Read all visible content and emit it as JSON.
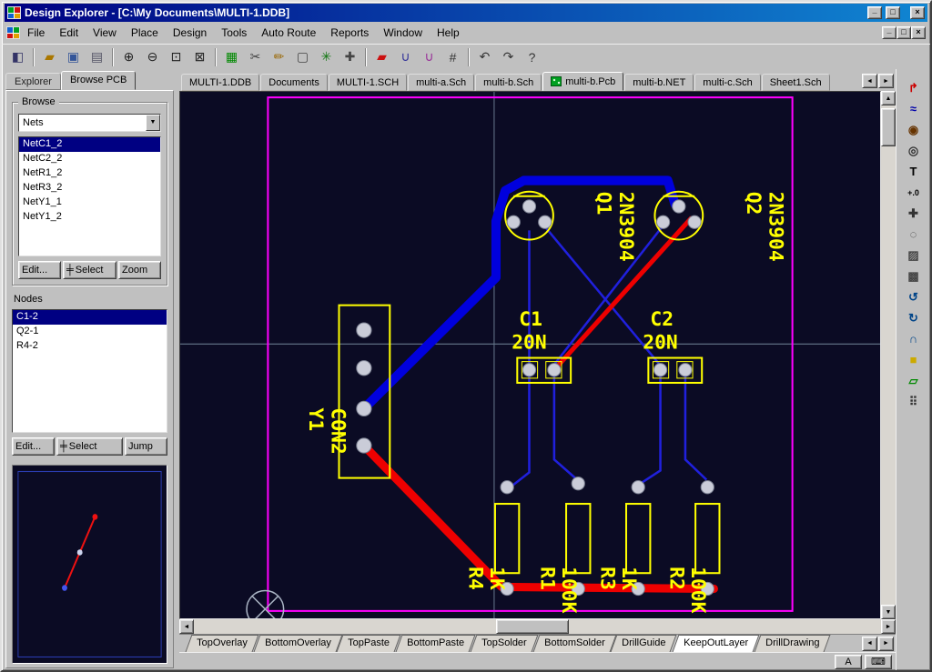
{
  "window": {
    "title": "Design Explorer - [C:\\My Documents\\MULTI-1.DDB]",
    "controls": {
      "minimize": "_",
      "restore": "□",
      "close": "×"
    }
  },
  "menubar": {
    "items": [
      "File",
      "Edit",
      "View",
      "Place",
      "Design",
      "Tools",
      "Auto Route",
      "Reports",
      "Window",
      "Help"
    ]
  },
  "toolbar": {
    "buttons": [
      {
        "name": "explorer-panel-icon",
        "glyph": "◧",
        "color": "#333366"
      },
      {
        "name": "open-document-icon",
        "glyph": "▰",
        "color": "#aa7700"
      },
      {
        "name": "save-icon",
        "glyph": "▣",
        "color": "#335599"
      },
      {
        "name": "print-icon",
        "glyph": "▤",
        "color": "#555566"
      },
      {
        "name": "zoom-in-icon",
        "glyph": "⊕",
        "color": "#222222"
      },
      {
        "name": "zoom-out-icon",
        "glyph": "⊖",
        "color": "#222222"
      },
      {
        "name": "zoom-window-icon",
        "glyph": "⊡",
        "color": "#222222"
      },
      {
        "name": "zoom-all-icon",
        "glyph": "⊠",
        "color": "#222222"
      },
      {
        "name": "board-view-icon",
        "glyph": "▦",
        "color": "#008800"
      },
      {
        "name": "knife-icon",
        "glyph": "✂",
        "color": "#444444"
      },
      {
        "name": "pencil-route-icon",
        "glyph": "✏",
        "color": "#996600"
      },
      {
        "name": "select-area-icon",
        "glyph": "▢",
        "color": "#444444"
      },
      {
        "name": "special-paste-icon",
        "glyph": "✳",
        "color": "#117711"
      },
      {
        "name": "move-icon",
        "glyph": "✚",
        "color": "#444444"
      },
      {
        "name": "highlight-net-icon",
        "glyph": "▰",
        "color": "#cc1111"
      },
      {
        "name": "unroute-net-icon",
        "glyph": "∪",
        "color": "#333399"
      },
      {
        "name": "unroute-all-icon",
        "glyph": "∪",
        "color": "#993399"
      },
      {
        "name": "grid-toggle-icon",
        "glyph": "#",
        "color": "#333333"
      },
      {
        "name": "undo-icon",
        "glyph": "↶",
        "color": "#333333"
      },
      {
        "name": "redo-icon",
        "glyph": "↷",
        "color": "#333333"
      },
      {
        "name": "help-icon",
        "glyph": "?",
        "color": "#333333"
      }
    ]
  },
  "right_toolbar": {
    "buttons": [
      {
        "name": "interactive-route-icon",
        "glyph": "↱",
        "color": "#cc0000"
      },
      {
        "name": "track-icon",
        "glyph": "≈",
        "color": "#0000aa"
      },
      {
        "name": "pad-icon",
        "glyph": "◉",
        "color": "#663300"
      },
      {
        "name": "via-icon",
        "glyph": "◎",
        "color": "#333333"
      },
      {
        "name": "string-text-icon",
        "glyph": "T",
        "color": "#000000"
      },
      {
        "name": "dimension-icon",
        "glyph": "+.0",
        "color": "#000000"
      },
      {
        "name": "coordinate-icon",
        "glyph": "✚",
        "color": "#333333"
      },
      {
        "name": "circle-icon",
        "glyph": "◌",
        "color": "#333333"
      },
      {
        "name": "hatch-fill-icon",
        "glyph": "▨",
        "color": "#444444"
      },
      {
        "name": "solid-fill-icon",
        "glyph": "▩",
        "color": "#444444"
      },
      {
        "name": "arc-ccw-icon",
        "glyph": "↺",
        "color": "#004488"
      },
      {
        "name": "arc-cw-icon",
        "glyph": "↻",
        "color": "#004488"
      },
      {
        "name": "arc-any-icon",
        "glyph": "∩",
        "color": "#004488"
      },
      {
        "name": "rectangle-fill-icon",
        "glyph": "■",
        "color": "#ccaa00"
      },
      {
        "name": "polygon-pour-icon",
        "glyph": "▱",
        "color": "#008800"
      },
      {
        "name": "array-place-icon",
        "glyph": "⠿",
        "color": "#333333"
      }
    ]
  },
  "left_panel": {
    "tabs": [
      "Explorer",
      "Browse PCB"
    ],
    "active_tab": "Browse PCB",
    "browse_group_label": "Browse",
    "browse_mode": "Nets",
    "nets": [
      "NetC1_2",
      "NetC2_2",
      "NetR1_2",
      "NetR3_2",
      "NetY1_1",
      "NetY1_2"
    ],
    "selected_net": "NetC1_2",
    "net_buttons": [
      "Edit...",
      "Select",
      "Zoom"
    ],
    "select_icon_glyph": "╪",
    "nodes_label": "Nodes",
    "nodes": [
      "C1-2",
      "Q2-1",
      "R4-2"
    ],
    "selected_node": "C1-2",
    "node_buttons": [
      "Edit...",
      "Select",
      "Jump"
    ]
  },
  "doc_tabs": {
    "items": [
      "MULTI-1.DDB",
      "Documents",
      "MULTI-1.SCH",
      "multi-a.Sch",
      "multi-b.Sch",
      "multi-b.Pcb",
      "multi-b.NET",
      "multi-c.Sch",
      "Sheet1.Sch"
    ],
    "active": "multi-b.Pcb",
    "active_index": 5
  },
  "layer_tabs": {
    "items": [
      "TopOverlay",
      "BottomOverlay",
      "TopPaste",
      "BottomPaste",
      "TopSolder",
      "BottomSolder",
      "DrillGuide",
      "KeepOutLayer",
      "DrillDrawing"
    ],
    "active": "KeepOutLayer",
    "active_index": 7
  },
  "scrollbar": {
    "up": "▲",
    "down": "▼",
    "left": "◄",
    "right": "►"
  },
  "status_bar": {
    "buttons": [
      {
        "name": "text-mask-button",
        "glyph": "A"
      },
      {
        "name": "keyboard-panel-button",
        "glyph": "⌨"
      }
    ]
  },
  "canvas": {
    "pcb": {
      "components": [
        {
          "ref": "Q1",
          "value": "2N3904"
        },
        {
          "ref": "Q2",
          "value": "2N3904"
        },
        {
          "ref": "C1",
          "value": "20N"
        },
        {
          "ref": "C2",
          "value": "20N"
        },
        {
          "ref": "Y1",
          "value": "CON2"
        },
        {
          "ref": "R4",
          "value": "1K"
        },
        {
          "ref": "R1",
          "value": "100K"
        },
        {
          "ref": "R3",
          "value": "1K"
        },
        {
          "ref": "R2",
          "value": "100K"
        }
      ],
      "colors": {
        "background": "#0b0b24",
        "keepout": "#ff00ff",
        "silkscreen": "#ffff00",
        "highlight_net": "#ee0000",
        "routed_track": "#0000dd",
        "connection": "#2020dd",
        "pad": "#caccd8",
        "crosshair": "#67788c"
      }
    }
  }
}
